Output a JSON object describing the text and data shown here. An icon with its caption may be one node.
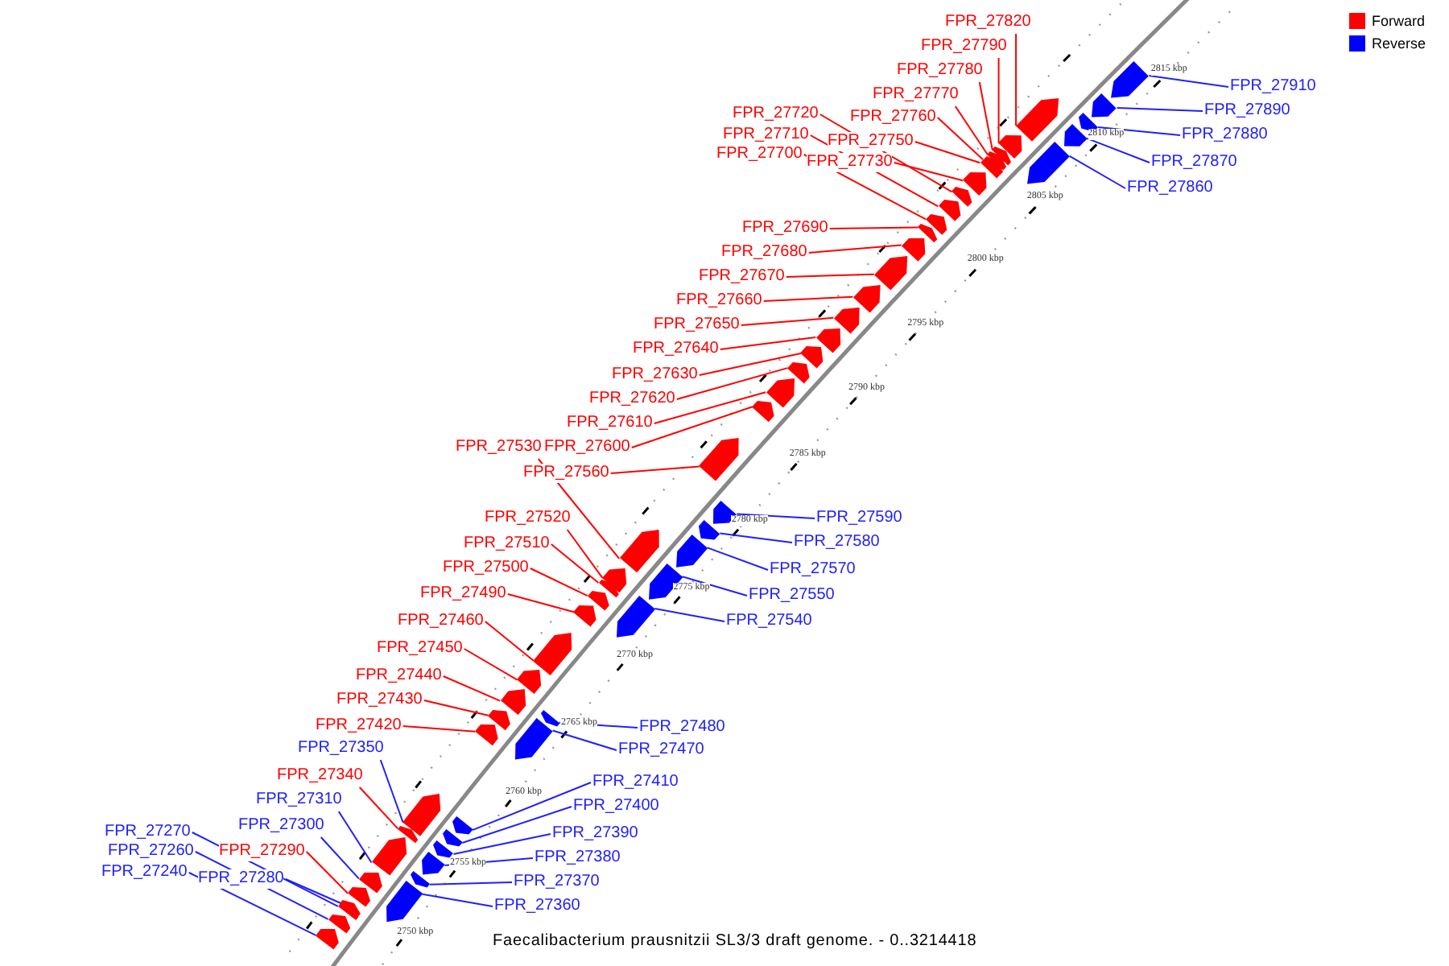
{
  "diagram": {
    "caption": "Faecalibacterium prausnitzii SL3/3 draft genome. - 0..3214418",
    "nodes": [
      {
        "text": [
          "FPR_27820"
        ]
      },
      {
        "text": [
          "FPR_27790"
        ]
      },
      {
        "text": [
          "FPR_27910"
        ]
      },
      {
        "text": [
          "FPR_27780"
        ]
      },
      {
        "text": [
          "FPR_27770"
        ]
      },
      {
        "text": [
          "FPR_27890"
        ]
      },
      {
        "text": [
          "FPR_27720"
        ]
      },
      {
        "text": [
          "FPR_27760"
        ]
      },
      {
        "text": [
          "FPR_27710"
        ]
      },
      {
        "text": [
          "FPR_27880"
        ]
      },
      {
        "text": [
          "FPR_27750"
        ]
      },
      {
        "text": [
          "FPR_27700"
        ]
      },
      {
        "text": [
          "FPR_27730"
        ]
      },
      {
        "text": [
          "FPR_27870"
        ]
      },
      {
        "text": [
          "FPR_27860"
        ]
      },
      {
        "text": [
          "FPR_27690"
        ]
      },
      {
        "text": [
          "FPR_27680"
        ]
      },
      {
        "text": [
          "FPR_27670"
        ]
      },
      {
        "text": [
          "FPR_27660"
        ]
      },
      {
        "text": [
          "FPR_27650"
        ]
      },
      {
        "text": [
          "FPR_27640"
        ]
      },
      {
        "text": [
          "FPR_27630"
        ]
      },
      {
        "text": [
          "FPR_27620"
        ]
      },
      {
        "text": [
          "FPR_27610"
        ]
      },
      {
        "text": [
          "FPR_27530"
        ]
      },
      {
        "text": [
          "FPR_27600"
        ]
      },
      {
        "text": [
          "FPR_27560"
        ]
      },
      {
        "text": [
          "FPR_27520"
        ]
      },
      {
        "text": [
          "FPR_27590"
        ]
      },
      {
        "text": [
          "FPR_27580"
        ]
      },
      {
        "text": [
          "FPR_27510"
        ]
      },
      {
        "text": [
          "FPR_27500"
        ]
      },
      {
        "text": [
          "FPR_27570"
        ]
      },
      {
        "text": [
          "FPR_27490"
        ]
      },
      {
        "text": [
          "FPR_27550"
        ]
      },
      {
        "text": [
          "FPR_27460"
        ]
      },
      {
        "text": [
          "FPR_27540"
        ]
      },
      {
        "text": [
          "FPR_27450"
        ]
      },
      {
        "text": [
          "FPR_27440"
        ]
      },
      {
        "text": [
          "FPR_27430"
        ]
      },
      {
        "text": [
          "FPR_27420"
        ]
      },
      {
        "text": [
          "FPR_27480"
        ]
      },
      {
        "text": [
          "FPR_27350"
        ]
      },
      {
        "text": [
          "FPR_27470"
        ]
      },
      {
        "text": [
          "FPR_27340"
        ]
      },
      {
        "text": [
          "FPR_27410"
        ]
      },
      {
        "text": [
          "FPR_27310"
        ]
      },
      {
        "text": [
          "FPR_27400"
        ]
      },
      {
        "text": [
          "FPR_27300"
        ]
      },
      {
        "text": [
          "FPR_27270"
        ]
      },
      {
        "text": [
          "FPR_27390"
        ]
      },
      {
        "text": [
          "FPR_27260"
        ]
      },
      {
        "text": [
          "FPR_27290"
        ]
      },
      {
        "text": [
          "FPR_27380"
        ]
      },
      {
        "text": [
          "FPR_27240"
        ]
      },
      {
        "text": [
          "FPR_27280"
        ]
      },
      {
        "text": [
          "FPR_27370"
        ]
      },
      {
        "text": [
          "FPR_27360"
        ]
      },
      {
        "text": [],
        "shape": "pentagon"
      },
      {
        "text": [],
        "shape": "pentagon"
      },
      {
        "text": [],
        "shape": "pentagon"
      },
      {
        "text": [],
        "shape": "pentagon"
      },
      {
        "text": [],
        "shape": "pentagon"
      },
      {
        "text": [],
        "shape": "pentagon"
      },
      {
        "text": [],
        "shape": "pentagon"
      },
      {
        "text": [],
        "shape": "pentagon"
      },
      {
        "text": [],
        "shape": "pentagon"
      },
      {
        "text": [],
        "shape": "pentagon"
      },
      {
        "text": [],
        "shape": "pentagon"
      },
      {
        "text": [],
        "shape": "pentagon"
      },
      {
        "text": [],
        "shape": "pentagon"
      },
      {
        "text": [],
        "shape": "pentagon"
      },
      {
        "text": [],
        "shape": "pentagon"
      },
      {
        "text": [],
        "shape": "pentagon"
      },
      {
        "text": [],
        "shape": "pentagon"
      },
      {
        "text": [],
        "shape": "pentagon"
      },
      {
        "text": [],
        "shape": "pentagon"
      },
      {
        "text": [],
        "shape": "pentagon"
      },
      {
        "text": [],
        "shape": "pentagon"
      },
      {
        "text": [],
        "shape": "pentagon"
      },
      {
        "text": [],
        "shape": "pentagon"
      },
      {
        "text": [],
        "shape": "pentagon"
      },
      {
        "text": [],
        "shape": "pentagon"
      },
      {
        "text": [],
        "shape": "pentagon"
      },
      {
        "text": [],
        "shape": "pentagon"
      },
      {
        "text": [],
        "shape": "pentagon"
      },
      {
        "text": [],
        "shape": "pentagon"
      },
      {
        "text": [],
        "shape": "pentagon"
      },
      {
        "text": [],
        "shape": "pentagon"
      },
      {
        "text": [],
        "shape": "pentagon"
      },
      {
        "text": [],
        "shape": "pentagon"
      },
      {
        "text": [],
        "shape": "pentagon"
      },
      {
        "text": [],
        "shape": "pentagon"
      },
      {
        "text": [],
        "shape": "pentagon"
      },
      {
        "text": [],
        "shape": "pentagon"
      },
      {
        "text": [],
        "shape": "pentagon"
      },
      {
        "text": [],
        "shape": "pentagon"
      },
      {
        "text": [],
        "shape": "pentagon"
      },
      {
        "text": [],
        "shape": "pentagon"
      },
      {
        "text": [],
        "shape": "pentagon"
      },
      {
        "text": [],
        "shape": "pentagon"
      },
      {
        "text": [],
        "shape": "pentagon"
      },
      {
        "text": [],
        "shape": "pentagon"
      },
      {
        "text": [],
        "shape": "pentagon"
      },
      {
        "text": [],
        "shape": "pentagon"
      },
      {
        "text": [],
        "shape": "pentagon"
      },
      {
        "text": [],
        "shape": "pentagon"
      },
      {
        "text": [],
        "shape": "pentagon"
      },
      {
        "text": [],
        "shape": "pentagon"
      },
      {
        "text": [],
        "shape": "pentagon"
      },
      {
        "text": [],
        "shape": "pentagon"
      },
      {
        "text": [],
        "shape": "pentagon"
      },
      {
        "text": [],
        "shape": "pentagon"
      },
      {
        "text": [],
        "shape": "pentagon"
      },
      {
        "text": [],
        "shape": "pentagon"
      },
      {
        "text": [],
        "shape": "pentagon"
      }
    ],
    "edges": [
      {
        "from": 0,
        "to": 58,
        "arrow": "none"
      },
      {
        "from": 1,
        "to": 59,
        "arrow": "none"
      },
      {
        "from": 2,
        "to": 60,
        "arrow": "none",
        "color": "#2020ff"
      },
      {
        "from": 3,
        "to": 61,
        "arrow": "none"
      },
      {
        "from": 4,
        "to": 62,
        "arrow": "none"
      },
      {
        "from": 5,
        "to": 63,
        "arrow": "none",
        "color": "#2020ff"
      },
      {
        "from": 6,
        "to": 64,
        "arrow": "none"
      },
      {
        "from": 7,
        "to": 65,
        "arrow": "none"
      },
      {
        "from": 8,
        "to": 66,
        "arrow": "none"
      },
      {
        "from": 9,
        "to": 67,
        "arrow": "none",
        "color": "#2020ff"
      },
      {
        "from": 10,
        "to": 68,
        "arrow": "none"
      },
      {
        "from": 11,
        "to": 69,
        "arrow": "none"
      },
      {
        "from": 12,
        "to": 70,
        "arrow": "none"
      },
      {
        "from": 13,
        "to": 71,
        "arrow": "none",
        "color": "#2020ff"
      },
      {
        "from": 14,
        "to": 72,
        "arrow": "none",
        "color": "#2020ff"
      },
      {
        "from": 15,
        "to": 73,
        "arrow": "none"
      },
      {
        "from": 16,
        "to": 74,
        "arrow": "none"
      },
      {
        "from": 17,
        "to": 75,
        "arrow": "none"
      },
      {
        "from": 18,
        "to": 76,
        "arrow": "none"
      },
      {
        "from": 19,
        "to": 77,
        "arrow": "none"
      },
      {
        "from": 20,
        "to": 78,
        "arrow": "none"
      },
      {
        "from": 21,
        "to": 79,
        "arrow": "none"
      },
      {
        "from": 22,
        "to": 80,
        "arrow": "none"
      },
      {
        "from": 23,
        "to": 81,
        "arrow": "none"
      },
      {
        "from": 24,
        "to": 82,
        "arrow": "none"
      },
      {
        "from": 25,
        "to": 83,
        "arrow": "none"
      },
      {
        "from": 26,
        "to": 84,
        "arrow": "none"
      },
      {
        "from": 27,
        "to": 85,
        "arrow": "none"
      },
      {
        "from": 28,
        "to": 86,
        "arrow": "none",
        "color": "#2020ff"
      },
      {
        "from": 29,
        "to": 87,
        "arrow": "none",
        "color": "#2020ff"
      },
      {
        "from": 30,
        "to": 88,
        "arrow": "none"
      },
      {
        "from": 31,
        "to": 89,
        "arrow": "none"
      },
      {
        "from": 32,
        "to": 90,
        "arrow": "none",
        "color": "#2020ff"
      },
      {
        "from": 33,
        "to": 91,
        "arrow": "none"
      },
      {
        "from": 34,
        "to": 92,
        "arrow": "none",
        "color": "#2020ff"
      },
      {
        "from": 35,
        "to": 93,
        "arrow": "none"
      },
      {
        "from": 36,
        "to": 94,
        "arrow": "none",
        "color": "#2020ff"
      },
      {
        "from": 37,
        "to": 95,
        "arrow": "none"
      },
      {
        "from": 38,
        "to": 96,
        "arrow": "none"
      },
      {
        "from": 39,
        "to": 97,
        "arrow": "none"
      },
      {
        "from": 40,
        "to": 98,
        "arrow": "none"
      },
      {
        "from": 41,
        "to": 99,
        "arrow": "none",
        "color": "#2020ff"
      },
      {
        "from": 42,
        "to": 100,
        "arrow": "none",
        "color": "#2020ff"
      },
      {
        "from": 43,
        "to": 101,
        "arrow": "none",
        "color": "#2020ff"
      },
      {
        "from": 44,
        "to": 102,
        "arrow": "none"
      },
      {
        "from": 45,
        "to": 103,
        "arrow": "none",
        "color": "#2020ff"
      },
      {
        "from": 46,
        "to": 104,
        "arrow": "none",
        "color": "#2020ff"
      },
      {
        "from": 47,
        "to": 105,
        "arrow": "none",
        "color": "#2020ff"
      },
      {
        "from": 48,
        "to": 106,
        "arrow": "none",
        "color": "#2020ff"
      },
      {
        "from": 49,
        "to": 107,
        "arrow": "none",
        "color": "#2020ff"
      },
      {
        "from": 50,
        "to": 108,
        "arrow": "none",
        "color": "#2020ff"
      },
      {
        "from": 51,
        "to": 109,
        "arrow": "none",
        "color": "#2020ff"
      },
      {
        "from": 52,
        "to": 110,
        "arrow": "none"
      },
      {
        "from": 53,
        "to": 111,
        "arrow": "none",
        "color": "#2020ff"
      },
      {
        "from": 54,
        "to": 112,
        "arrow": "none",
        "color": "#2020ff"
      },
      {
        "from": 55,
        "to": 113,
        "arrow": "none",
        "color": "#2020ff"
      },
      {
        "from": 56,
        "to": 114,
        "arrow": "none",
        "color": "#2020ff"
      },
      {
        "from": 57,
        "to": 115,
        "arrow": "none",
        "color": "#2020ff"
      }
    ],
    "labels": [
      "2815 kbp",
      "2810 kbp",
      "2805 kbp",
      "2800 kbp",
      "2795 kbp",
      "2790 kbp",
      "2785 kbp",
      "2780 kbp",
      "2775 kbp",
      "2770 kbp",
      "2765 kbp",
      "2760 kbp",
      "2755 kbp",
      "2750 kbp"
    ],
    "legend": [
      {
        "text": "Forward",
        "color": "#ff0000"
      },
      {
        "text": "Reverse",
        "color": "#0000ff"
      }
    ]
  }
}
